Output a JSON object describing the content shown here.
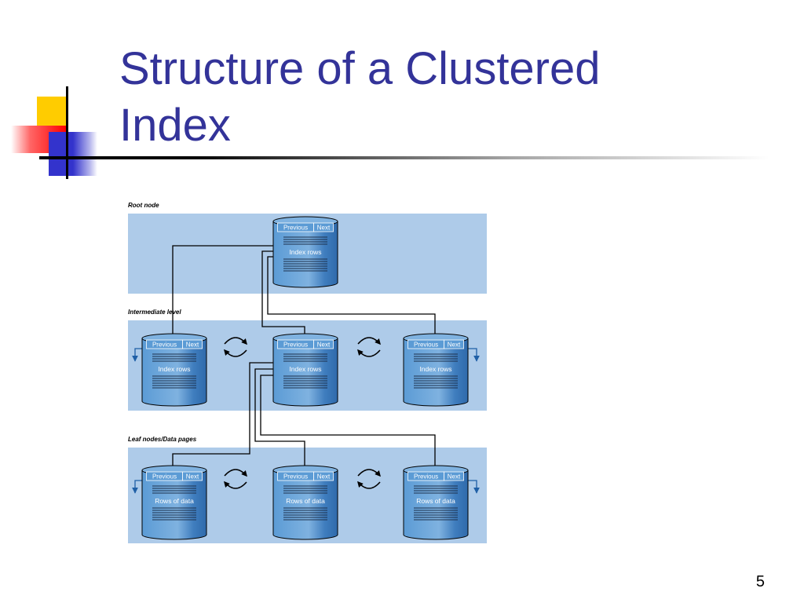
{
  "slide": {
    "title_line1": "Structure of a Clustered",
    "title_line2": "Index",
    "page_number": "5"
  },
  "diagram": {
    "levels": {
      "root": "Root node",
      "intermediate": "Intermediate level",
      "leaf": "Leaf nodes/Data pages"
    },
    "page_header": {
      "previous": "Previous",
      "next": "Next"
    },
    "pages": {
      "root": "Index rows",
      "intermediate_left": "Index rows",
      "intermediate_center": "Index rows",
      "intermediate_right": "Index rows",
      "leaf_left": "Rows of data",
      "leaf_center": "Rows of data",
      "leaf_right": "Rows of data"
    }
  },
  "colors": {
    "title": "#333399",
    "band": "#aecbe9",
    "cylinder": "#5b9bd5",
    "outline": "#000000"
  }
}
